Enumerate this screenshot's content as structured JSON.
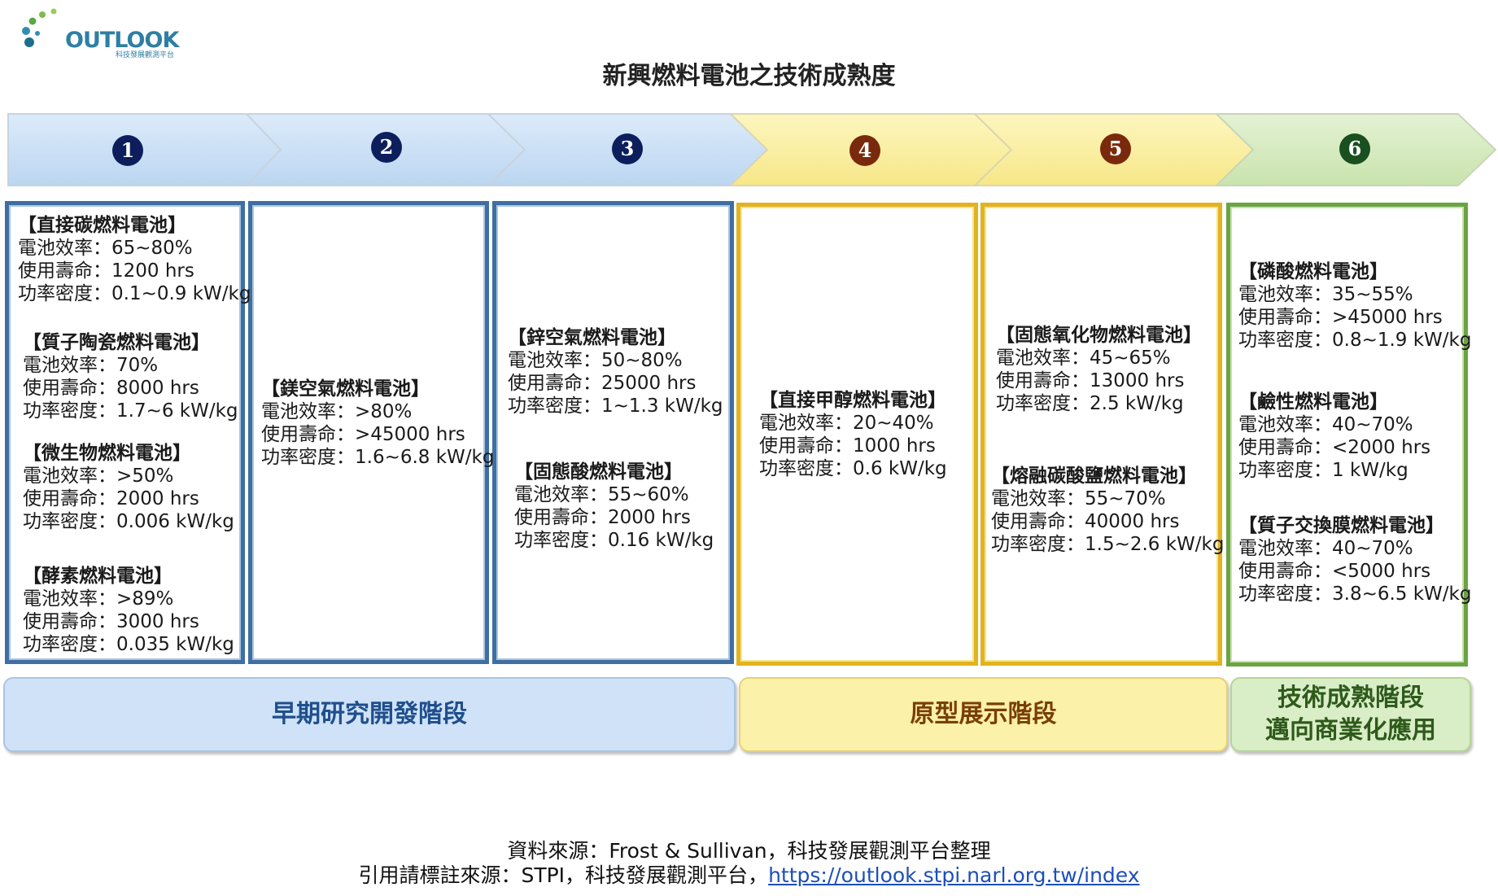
{
  "logo": {
    "text": "OUTLOOK",
    "subtitle": "科技發展觀測平台"
  },
  "title": "新興燃料電池之技術成熟度",
  "stages_numbers": [
    "❶",
    "❷",
    "❸",
    "❹",
    "❺",
    "❻"
  ],
  "colors": {
    "blue_fill": "#cfe2f7",
    "blue_border": "#3f6fa1",
    "yellow_fill": "#fbf1a8",
    "yellow_border": "#e2b321",
    "green_fill": "#d9edc6",
    "green_border": "#6aa444"
  },
  "columns": [
    {
      "entries": [
        {
          "name": "【直接碳燃料電池】",
          "eff": "電池效率：65~80%",
          "life": "使用壽命：1200 hrs",
          "power": "功率密度：0.1~0.9 kW/kg"
        },
        {
          "name": "【質子陶瓷燃料電池】",
          "eff": "電池效率：70%",
          "life": "使用壽命：8000 hrs",
          "power": "功率密度：1.7~6 kW/kg"
        },
        {
          "name": "【微生物燃料電池】",
          "eff": "電池效率：>50%",
          "life": "使用壽命：2000 hrs",
          "power": "功率密度：0.006 kW/kg"
        },
        {
          "name": "【酵素燃料電池】",
          "eff": "電池效率：>89%",
          "life": "使用壽命：3000 hrs",
          "power": "功率密度：0.035 kW/kg"
        }
      ]
    },
    {
      "entries": [
        {
          "name": "【鎂空氣燃料電池】",
          "eff": "電池效率：>80%",
          "life": "使用壽命：>45000 hrs",
          "power": "功率密度：1.6~6.8 kW/kg"
        }
      ]
    },
    {
      "entries": [
        {
          "name": "【鋅空氣燃料電池】",
          "eff": "電池效率：50~80%",
          "life": "使用壽命：25000 hrs",
          "power": "功率密度：1~1.3 kW/kg"
        },
        {
          "name": "【固態酸燃料電池】",
          "eff": "電池效率：55~60%",
          "life": "使用壽命：2000 hrs",
          "power": "功率密度：0.16 kW/kg"
        }
      ]
    },
    {
      "entries": [
        {
          "name": "【直接甲醇燃料電池】",
          "eff": "電池效率：20~40%",
          "life": "使用壽命：1000 hrs",
          "power": "功率密度：0.6 kW/kg"
        }
      ]
    },
    {
      "entries": [
        {
          "name": "【固態氧化物燃料電池】",
          "eff": "電池效率：45~65%",
          "life": "使用壽命：13000 hrs",
          "power": "功率密度：2.5 kW/kg"
        },
        {
          "name": "【熔融碳酸鹽燃料電池】",
          "eff": "電池效率：55~70%",
          "life": "使用壽命：40000 hrs",
          "power": "功率密度：1.5~2.6 kW/kg"
        }
      ]
    },
    {
      "entries": [
        {
          "name": "【磷酸燃料電池】",
          "eff": "電池效率：35~55%",
          "life": "使用壽命：>45000 hrs",
          "power": "功率密度：0.8~1.9 kW/kg"
        },
        {
          "name": "【鹼性燃料電池】",
          "eff": "電池效率：40~70%",
          "life": "使用壽命：<2000 hrs",
          "power": "功率密度：1 kW/kg"
        },
        {
          "name": "【質子交換膜燃料電池】",
          "eff": "電池效率：40~70%",
          "life": "使用壽命：<5000 hrs",
          "power": "功率密度：3.8~6.5 kW/kg"
        }
      ]
    }
  ],
  "stages": {
    "early": "早期研究開發階段",
    "prototype": "原型展示階段",
    "mature": "技術成熟階段\n邁向商業化應用"
  },
  "source": {
    "line1": "資料來源：Frost & Sullivan，科技發展觀測平台整理",
    "line2_prefix": "引用請標註來源：STPI，科技發展觀測平台，",
    "link": "https://outlook.stpi.narl.org.tw/index"
  }
}
